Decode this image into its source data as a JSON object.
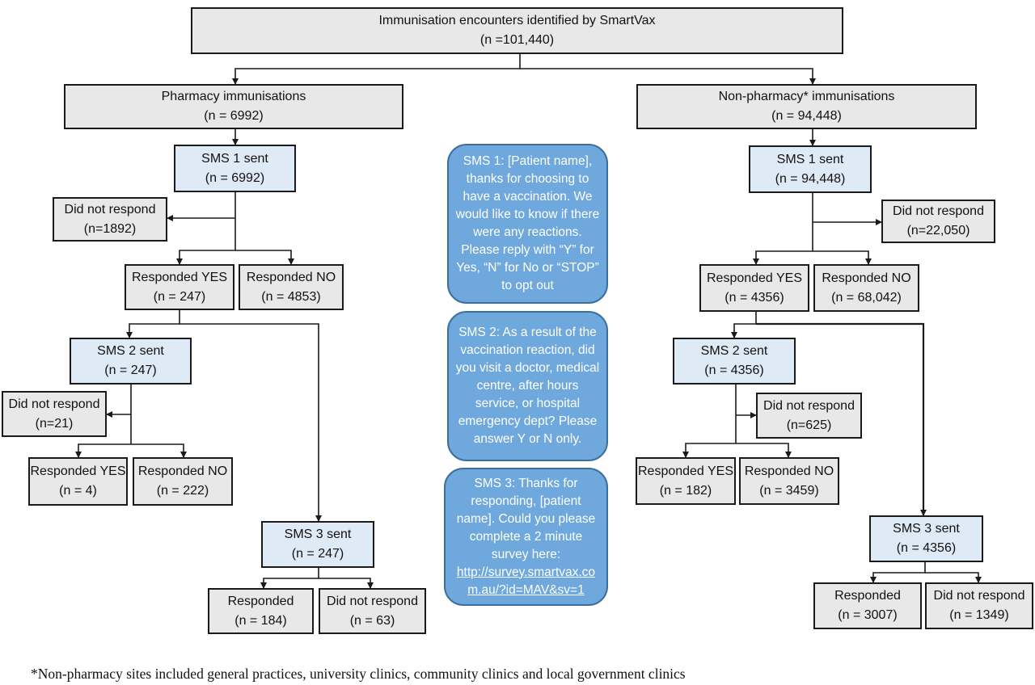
{
  "top": {
    "line1": "Immunisation encounters identified by SmartVax",
    "line2": "(n =101,440)"
  },
  "pharmacy": {
    "header": {
      "line1": "Pharmacy immunisations",
      "line2": "(n = 6992)"
    },
    "sms1": {
      "line1": "SMS 1 sent",
      "line2": "(n = 6992)"
    },
    "no_response1": {
      "line1": "Did not respond",
      "line2": "(n=1892)"
    },
    "yes1": {
      "line1": "Responded YES",
      "line2": "(n = 247)"
    },
    "no1": {
      "line1": "Responded NO",
      "line2": "(n = 4853)"
    },
    "sms2": {
      "line1": "SMS 2 sent",
      "line2": "(n = 247)"
    },
    "no_response2": {
      "line1": "Did not respond",
      "line2": "(n=21)"
    },
    "yes2": {
      "line1": "Responded YES",
      "line2": "(n = 4)"
    },
    "no2": {
      "line1": "Responded NO",
      "line2": "(n = 222)"
    },
    "sms3": {
      "line1": "SMS 3 sent",
      "line2": "(n = 247)"
    },
    "responded3": {
      "line1": "Responded",
      "line2": "(n = 184)"
    },
    "no_response3": {
      "line1": "Did not respond",
      "line2": "(n = 63)"
    }
  },
  "nonpharmacy": {
    "header": {
      "line1": "Non-pharmacy* immunisations",
      "line2": "(n = 94,448)"
    },
    "sms1": {
      "line1": "SMS 1 sent",
      "line2": "(n = 94,448)"
    },
    "no_response1": {
      "line1": "Did not respond",
      "line2": "(n=22,050)"
    },
    "yes1": {
      "line1": "Responded YES",
      "line2": "(n = 4356)"
    },
    "no1": {
      "line1": "Responded NO",
      "line2": "(n = 68,042)"
    },
    "sms2": {
      "line1": "SMS 2 sent",
      "line2": "(n = 4356)"
    },
    "no_response2": {
      "line1": "Did not respond",
      "line2": "(n=625)"
    },
    "yes2": {
      "line1": "Responded YES",
      "line2": "(n = 182)"
    },
    "no2": {
      "line1": "Responded NO",
      "line2": "(n = 3459)"
    },
    "sms3": {
      "line1": "SMS 3 sent",
      "line2": "(n = 4356)"
    },
    "responded3": {
      "line1": "Responded",
      "line2": "(n = 3007)"
    },
    "no_response3": {
      "line1": "Did not respond",
      "line2": "(n = 1349)"
    }
  },
  "messages": {
    "sms1": "SMS 1: [Patient name], thanks for choosing to have a vaccination. We would like to know if there were any reactions. Please reply with “Y” for Yes, “N” for No or “STOP” to opt out",
    "sms2": "SMS 2: As a result of the vaccination reaction, did you visit a doctor, medical centre, after hours service, or hospital emergency dept? Please answer Y or N only.",
    "sms3_text": "SMS 3: Thanks for responding, [patient name]. Could you please complete a 2 minute survey here:",
    "sms3_link": "http://survey.smartvax.com.au/?id=MAV&sv=1"
  },
  "footnote": "*Non-pharmacy sites included general practices, university clinics, community clinics and local government clinics",
  "colors": {
    "box_grey": "#e8e8e8",
    "box_blue": "#dfeaf7",
    "message_bubble": "#6fa8dc",
    "line": "#1a1a1a"
  }
}
